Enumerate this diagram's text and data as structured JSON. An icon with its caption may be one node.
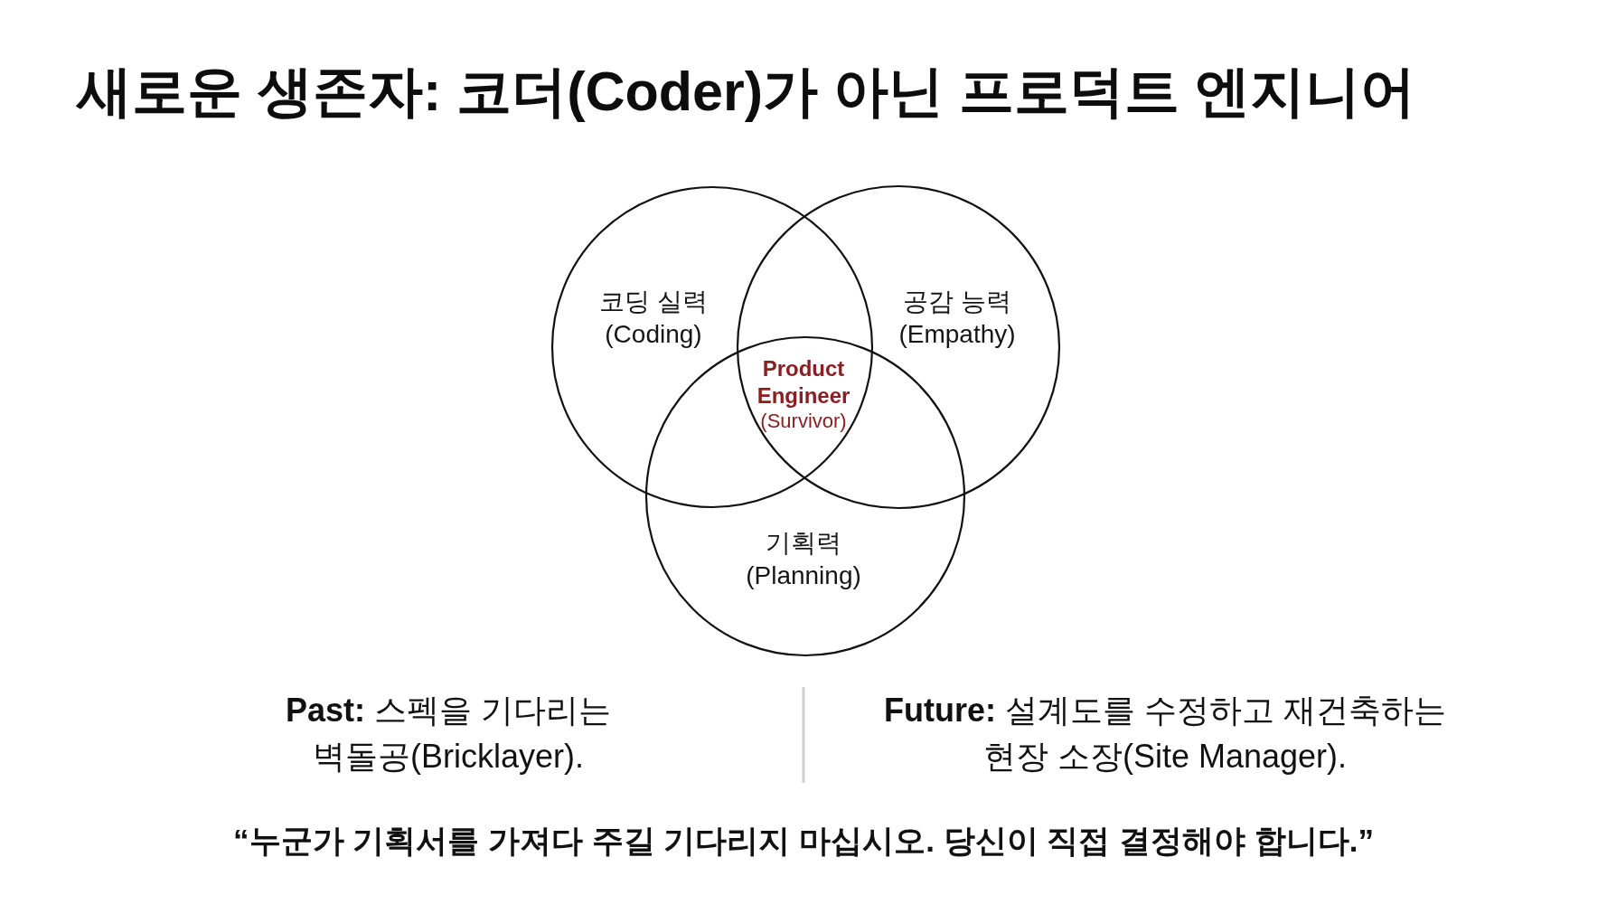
{
  "diagram": {
    "title": "새로운 생존자: 코더(Coder)가 아닌 프로덕트 엔지니어",
    "nodes": [
      {
        "text": [
          "코딩 실력 (Coding)"
        ]
      },
      {
        "text": [
          "공감 능력 (Empathy)"
        ]
      },
      {
        "text": [
          "기획력 (Planning)"
        ]
      }
    ],
    "labels": [
      "Product Engineer",
      "(Survivor)",
      "**Past:** 스펙을 기다리는 벽돌공(Bricklayer).",
      "**Future:** 설계도를 수정하고 재건축하는 현장 소장(Site Manager).",
      "“누군가 기획서를 가져다 주길 기다리지 마십시오. 당신이 직접 결정해야 합니다.”"
    ]
  }
}
